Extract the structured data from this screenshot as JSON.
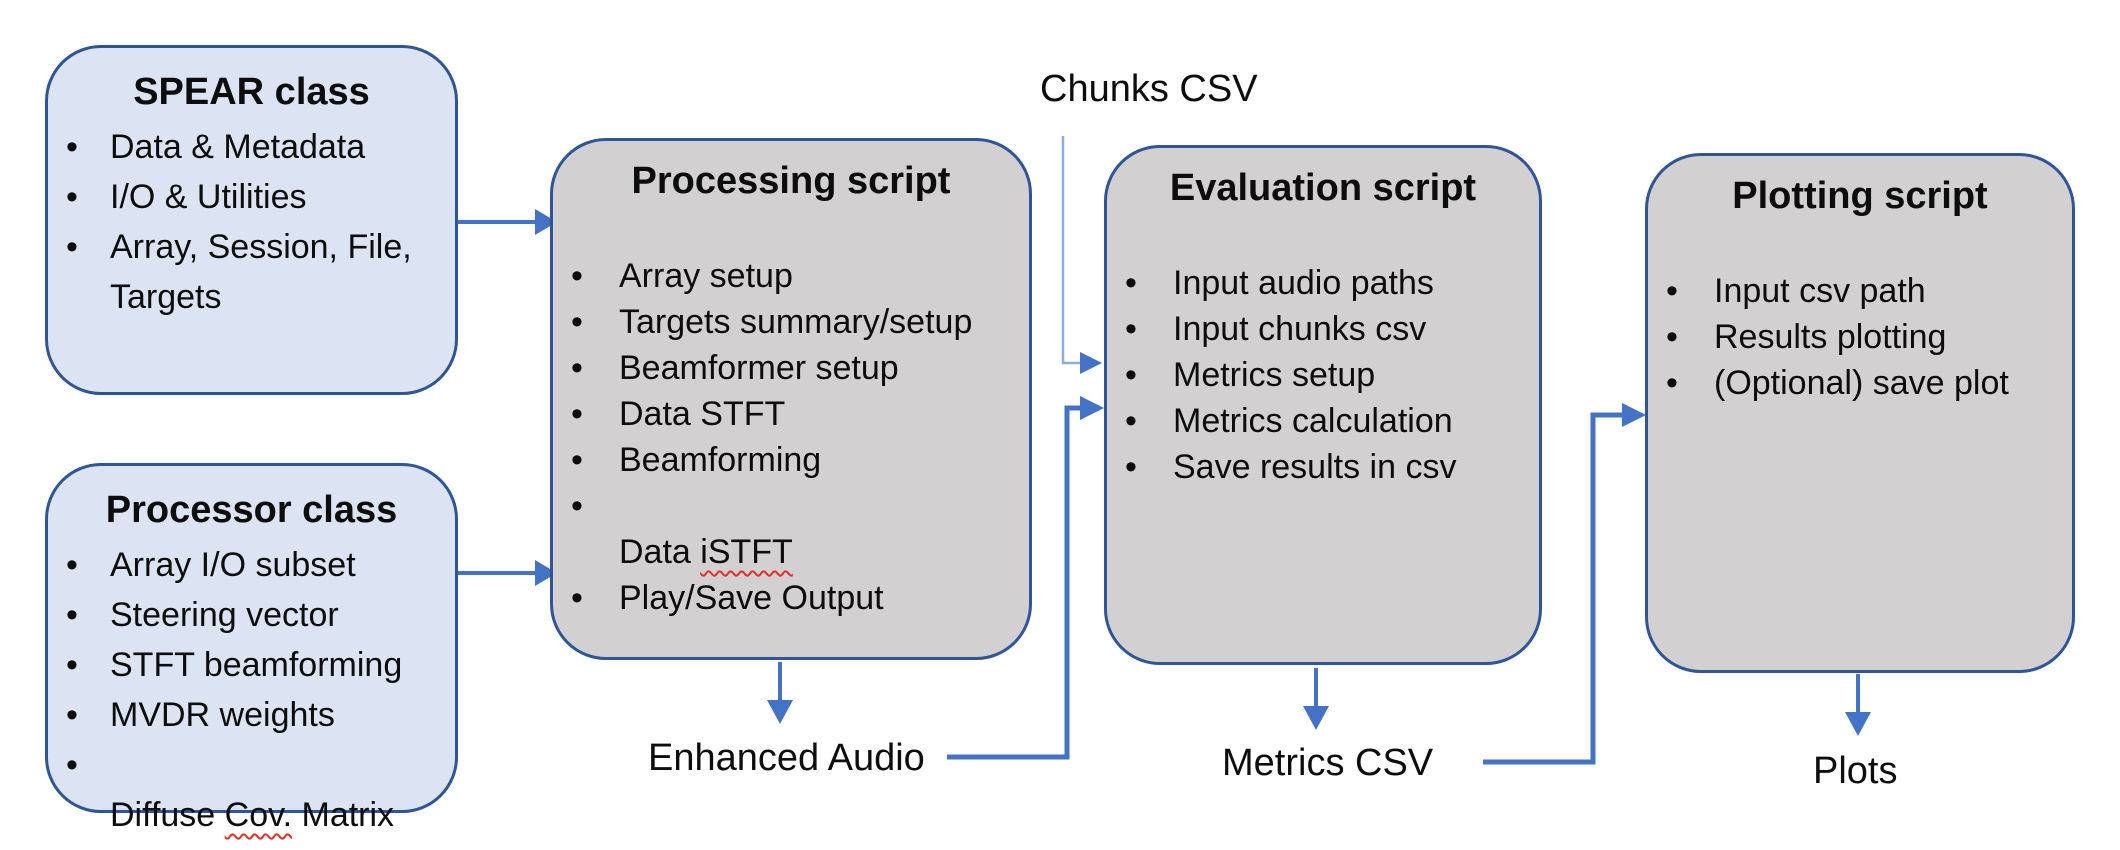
{
  "diagram": {
    "colors": {
      "class_box_fill": "#dce3f2",
      "script_box_fill": "#d2d0d0",
      "box_border": "#2f5597",
      "arrow_blue": "#4472c4",
      "thin_line_blue": "#8faadc",
      "spellcheck_red": "#e0302a"
    },
    "boxes": {
      "spear_class": {
        "title": "SPEAR class",
        "items": [
          "Data & Metadata",
          "I/O & Utilities",
          "Array, Session, File,\nTargets"
        ]
      },
      "processor_class": {
        "title": "Processor class",
        "items": [
          "Array I/O subset",
          "Steering vector",
          "STFT beamforming",
          "MVDR weights",
          {
            "pre": "Diffuse ",
            "misspelled": "Cov.",
            "post": " Matrix"
          }
        ]
      },
      "processing_script": {
        "title": "Processing script",
        "items": [
          "Array setup",
          "Targets summary/setup",
          "Beamformer setup",
          "Data STFT",
          "Beamforming",
          {
            "pre": "Data ",
            "misspelled": "iSTFT",
            "post": ""
          },
          "Play/Save Output"
        ]
      },
      "evaluation_script": {
        "title": "Evaluation script",
        "items": [
          "Input audio paths",
          "Input chunks csv",
          "Metrics setup",
          "Metrics calculation",
          "Save results in csv"
        ]
      },
      "plotting_script": {
        "title": "Plotting script",
        "items": [
          "Input csv path",
          "Results plotting",
          "(Optional) save plot"
        ]
      }
    },
    "labels": {
      "chunks_csv": "Chunks CSV",
      "enhanced_audio": "Enhanced Audio",
      "metrics_csv": "Metrics CSV",
      "plots": "Plots"
    }
  }
}
